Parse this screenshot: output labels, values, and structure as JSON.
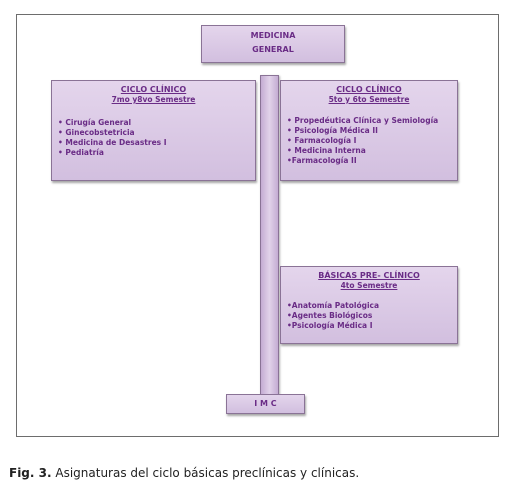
{
  "top": {
    "line1": "MEDICINA",
    "line2": "GENERAL"
  },
  "left_box": {
    "title": "CICLO  CLÍNICO",
    "subtitle": "7mo  y8vo  Semestre",
    "items": [
      "• Cirugía General",
      "• Ginecobstetricia",
      "• Medicina de Desastres  I",
      "• Pediatría"
    ]
  },
  "right_box": {
    "title": "CICLO   CLÍNICO",
    "subtitle": "5to  y 6to  Semestre",
    "items": [
      "• Propedéutica Clínica y Semiología",
      "• Psicología Médica II",
      "• Farmacología I",
      "• Medicina  Interna",
      "•Farmacología  II"
    ]
  },
  "lower_box": {
    "title": "BÁSICAS PRE- CLÍNICO",
    "subtitle": "4to  Semestre",
    "items": [
      "•Anatomía Patológica",
      "•Agentes Biológicos",
      "•Psicología Médica I"
    ]
  },
  "base": {
    "label": "I M C"
  },
  "caption": {
    "label": "Fig. 3.",
    "text": " Asignaturas del ciclo básicas preclínicas y clínicas."
  }
}
